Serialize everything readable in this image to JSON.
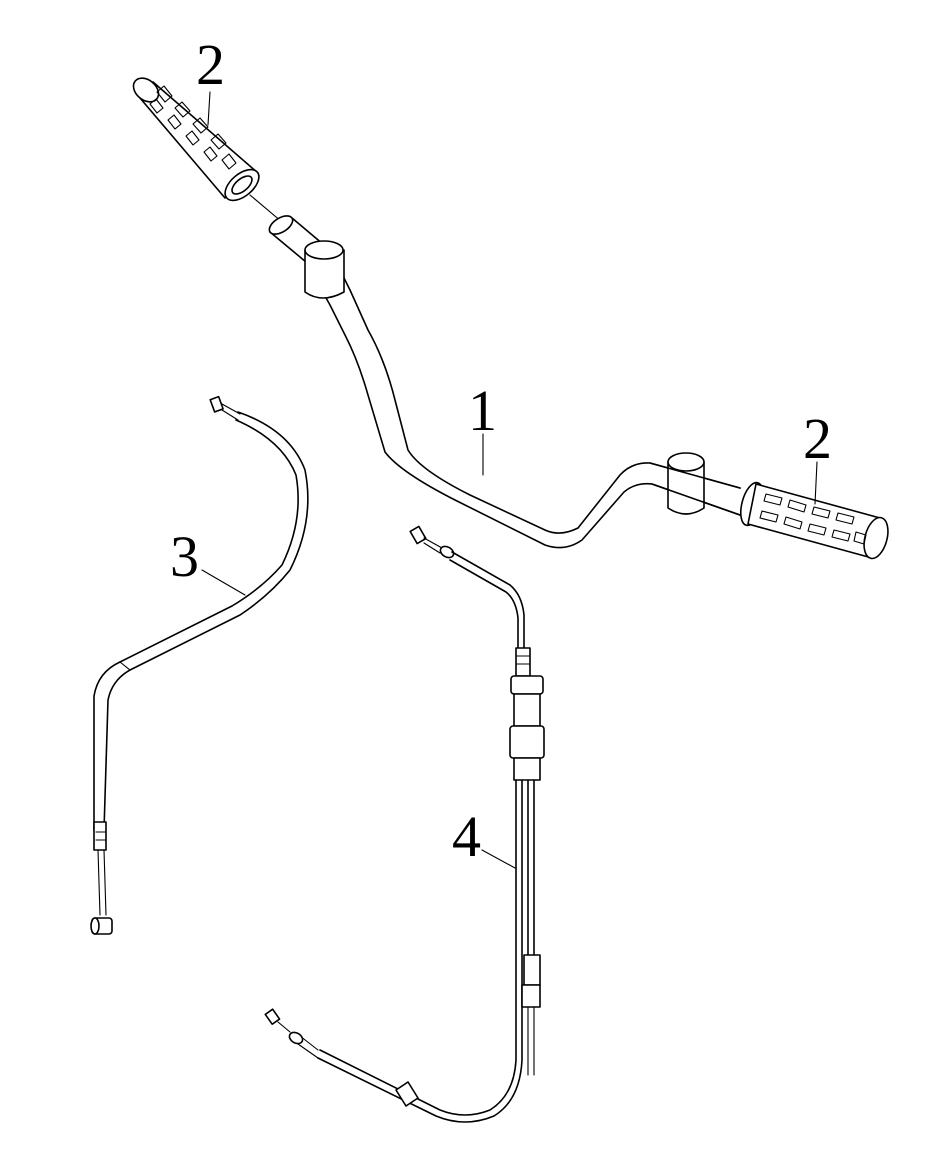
{
  "labels": {
    "handlebar": "1",
    "grip_left": "2",
    "grip_right": "2",
    "clutch_cable": "3",
    "throttle_cable": "4"
  }
}
